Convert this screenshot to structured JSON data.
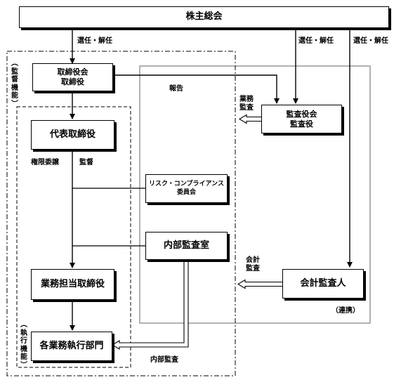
{
  "nodes": {
    "shareholders": "株主総会",
    "board_line1": "取締役会",
    "board_line2": "取締役",
    "auditors_line1": "監査役会",
    "auditors_line2": "監査役",
    "representative": "代表取締役",
    "risk_line1": "リスク・コンプライアンス",
    "risk_line2": "委員会",
    "internal_audit_office": "内部監査室",
    "executive_directors": "業務担当取締役",
    "accounting_auditor": "会計監査人",
    "business_departments": "各業務執行部門"
  },
  "labels": {
    "elect_dismiss_1": "選任・解任",
    "elect_dismiss_2": "選任・解任",
    "elect_dismiss_3": "選任・解任",
    "report": "報告",
    "business_audit_1": "業務",
    "business_audit_2": "監査",
    "authority_delegation": "権限委譲",
    "supervision": "監督",
    "accounting_audit_1": "会計",
    "accounting_audit_2": "監査",
    "cooperation": "（連携）",
    "internal_audit": "内部監査",
    "supervisory_function": "（監督機能）",
    "executive_function": "（執行機能）"
  }
}
